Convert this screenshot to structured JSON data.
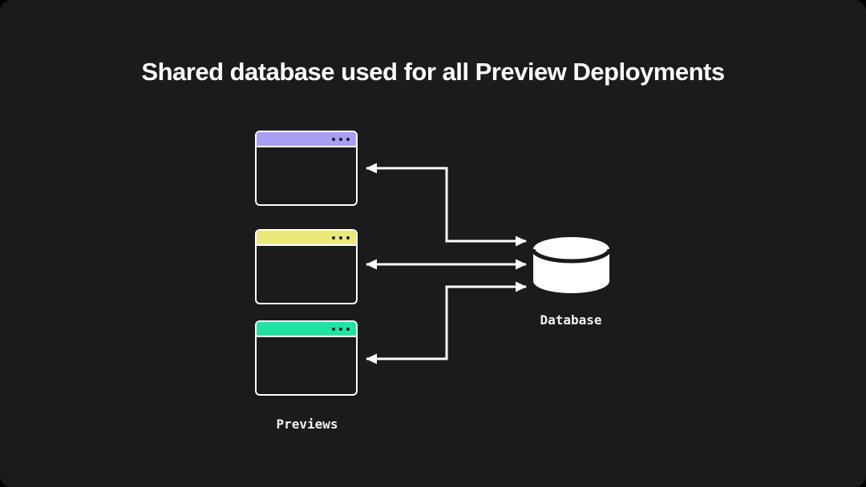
{
  "title": "Shared database used for all Preview Deployments",
  "previews": {
    "label": "Previews",
    "windows": [
      {
        "name": "preview-window-1",
        "titlebar_color": "#a89ef3"
      },
      {
        "name": "preview-window-2",
        "titlebar_color": "#ece97b"
      },
      {
        "name": "preview-window-3",
        "titlebar_color": "#21e2a2"
      }
    ]
  },
  "database": {
    "label": "Database",
    "icon": "database-cylinder-icon",
    "fill_color": "#ffffff"
  },
  "connections": [
    {
      "from": "preview-window-1",
      "to": "database",
      "shape": "elbow",
      "bidirectional": true
    },
    {
      "from": "preview-window-2",
      "to": "database",
      "shape": "straight",
      "bidirectional": true
    },
    {
      "from": "preview-window-3",
      "to": "database",
      "shape": "elbow",
      "bidirectional": true
    }
  ],
  "colors": {
    "background": "#1b1b1b",
    "window_border": "#ffffff",
    "arrow": "#ffffff",
    "title_text": "#ffffff",
    "label_text": "#f2f2f2"
  }
}
